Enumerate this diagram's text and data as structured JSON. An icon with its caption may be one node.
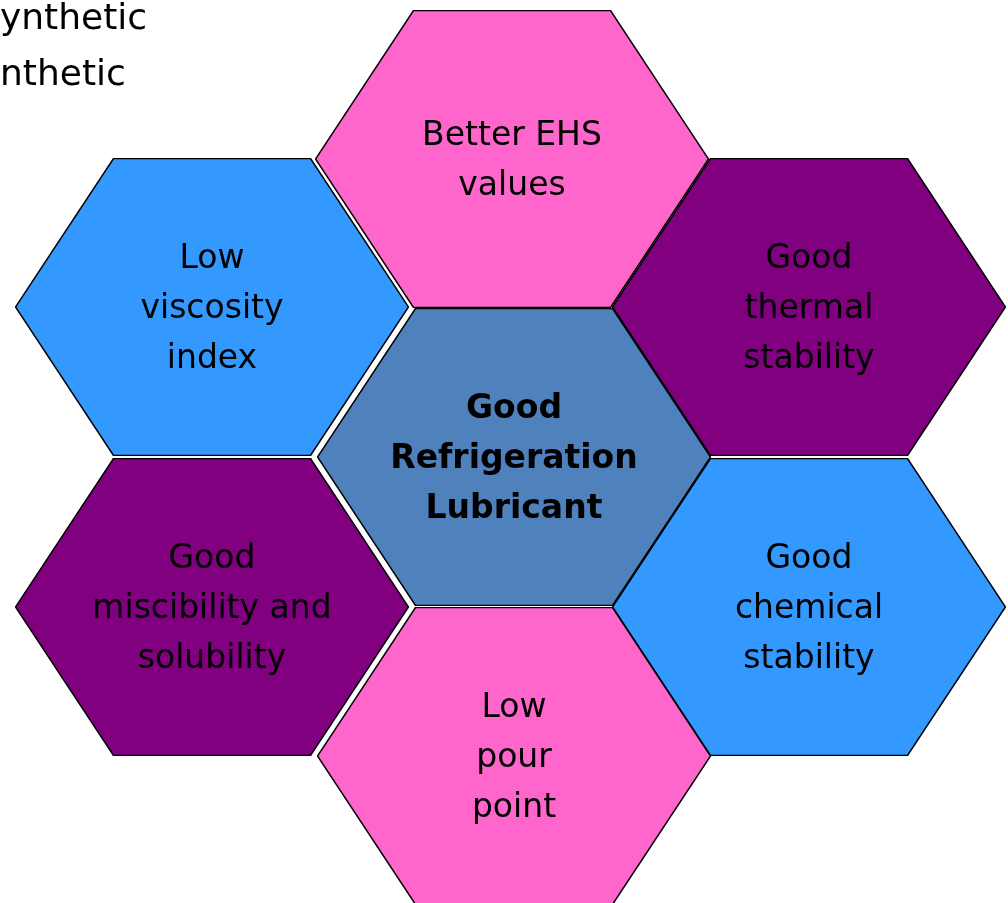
{
  "diagram": {
    "nodes": [
      {
        "text": [
          "Better EHS values"
        ]
      },
      {
        "text": [
          "Low viscosity index"
        ]
      },
      {
        "text": [
          "Good thermal stability"
        ]
      },
      {
        "text": [
          "Good Refrigeration Lubricant"
        ]
      },
      {
        "text": [
          "Good miscibility and solubility"
        ]
      },
      {
        "text": [
          "Good chemical stability"
        ]
      },
      {
        "text": [
          "Low pour point"
        ]
      }
    ],
    "labels": [
      "ynthetic",
      "nthetic"
    ]
  }
}
